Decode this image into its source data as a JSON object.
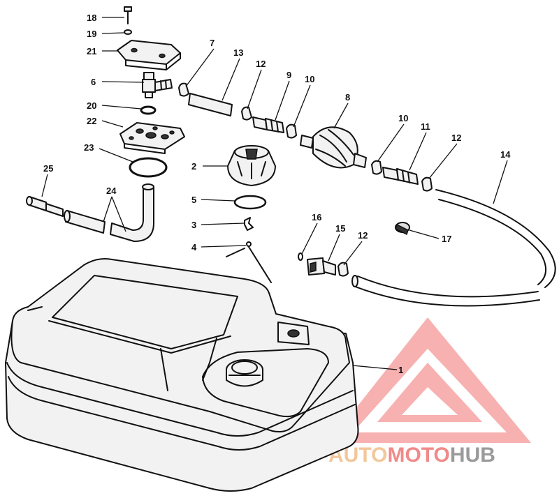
{
  "callouts": [
    {
      "id": "c18",
      "label": "18"
    },
    {
      "id": "c19",
      "label": "19"
    },
    {
      "id": "c21",
      "label": "21"
    },
    {
      "id": "c6",
      "label": "6"
    },
    {
      "id": "c20",
      "label": "20"
    },
    {
      "id": "c22",
      "label": "22"
    },
    {
      "id": "c23",
      "label": "23"
    },
    {
      "id": "c25",
      "label": "25"
    },
    {
      "id": "c24",
      "label": "24"
    },
    {
      "id": "c2",
      "label": "2"
    },
    {
      "id": "c5",
      "label": "5"
    },
    {
      "id": "c3",
      "label": "3"
    },
    {
      "id": "c4",
      "label": "4"
    },
    {
      "id": "c7",
      "label": "7"
    },
    {
      "id": "c13",
      "label": "13"
    },
    {
      "id": "c12a",
      "label": "12"
    },
    {
      "id": "c9",
      "label": "9"
    },
    {
      "id": "c10a",
      "label": "10"
    },
    {
      "id": "c8",
      "label": "8"
    },
    {
      "id": "c10b",
      "label": "10"
    },
    {
      "id": "c11",
      "label": "11"
    },
    {
      "id": "c12b",
      "label": "12"
    },
    {
      "id": "c14",
      "label": "14"
    },
    {
      "id": "c16",
      "label": "16"
    },
    {
      "id": "c15",
      "label": "15"
    },
    {
      "id": "c12c",
      "label": "12"
    },
    {
      "id": "c17",
      "label": "17"
    },
    {
      "id": "c1",
      "label": "1"
    }
  ],
  "watermark": {
    "part1": "AUTO",
    "part2": "MOTO",
    "part3": "HUB",
    "color_light": "#f2c79b",
    "color_red": "#f08a8a",
    "color_gray": "#9a9a9a"
  }
}
